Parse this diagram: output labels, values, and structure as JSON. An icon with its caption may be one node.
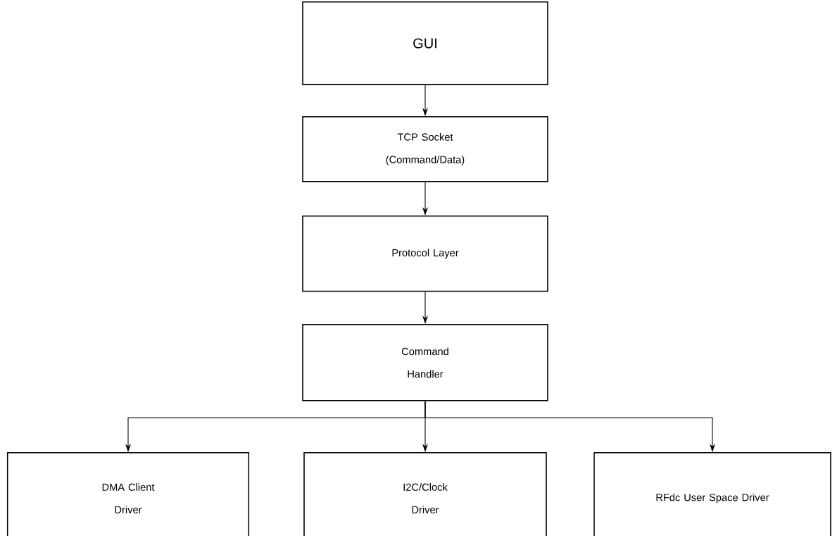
{
  "diagram": {
    "nodes": [
      {
        "text": [
          "GUI"
        ]
      },
      {
        "text": [
          "TCP Socket (Command/Data)"
        ]
      },
      {
        "text": [
          "Protocol Layer"
        ]
      },
      {
        "text": [
          "Command Handler"
        ]
      },
      {
        "text": [
          "DMA Client Driver"
        ]
      },
      {
        "text": [
          "I2C/Clock Driver"
        ]
      },
      {
        "text": [
          "RFdc User Space Driver"
        ]
      }
    ],
    "edges": [
      {
        "from": 0,
        "to": 1,
        "arrow": "to"
      },
      {
        "from": 1,
        "to": 2,
        "arrow": "to"
      },
      {
        "from": 2,
        "to": 3,
        "arrow": "to"
      },
      {
        "from": 3,
        "to": 4,
        "arrow": "to"
      },
      {
        "from": 3,
        "to": 5,
        "arrow": "to"
      },
      {
        "from": 3,
        "to": 6,
        "arrow": "to"
      }
    ]
  }
}
